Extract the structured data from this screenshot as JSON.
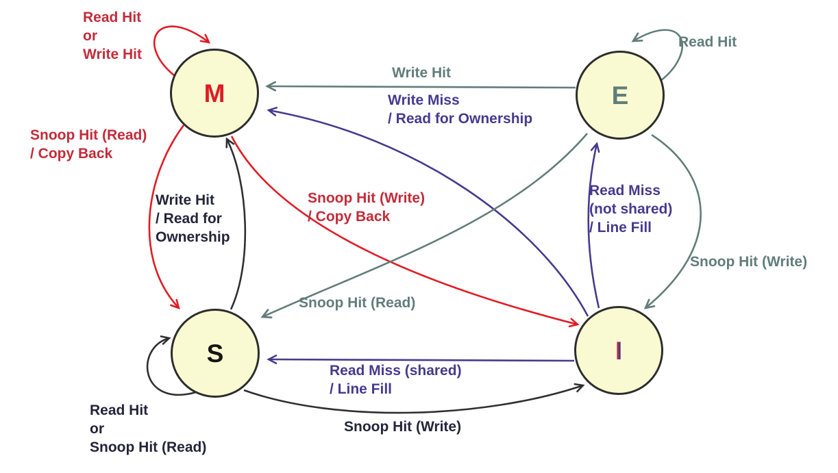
{
  "colors": {
    "red": "#e01b24",
    "red_text": "#c32b39",
    "gray": "#617d79",
    "purple": "#463a8d",
    "ink": "#2f2f2f",
    "ink_text": "#24243a",
    "node_fill": "#fafad2",
    "node_border": "#2d2d2d",
    "background": "#ffffff"
  },
  "diagram": {
    "type": "state-diagram",
    "states": [
      {
        "id": "M",
        "label": "M",
        "color": "red"
      },
      {
        "id": "E",
        "label": "E",
        "color": "gray"
      },
      {
        "id": "S",
        "label": "S",
        "color": "black"
      },
      {
        "id": "I",
        "label": "I",
        "color": "red-purple-split"
      }
    ],
    "transitions": [
      {
        "from": "M",
        "to": "M",
        "label": "Read Hit\nor\nWrite Hit",
        "color": "red"
      },
      {
        "from": "E",
        "to": "E",
        "label": "Read Hit",
        "color": "gray"
      },
      {
        "from": "S",
        "to": "S",
        "label": "Read Hit\nor\nSnoop Hit (Read)",
        "color": "black"
      },
      {
        "from": "E",
        "to": "M",
        "label": "Write Hit",
        "color": "gray"
      },
      {
        "from": "I",
        "to": "M",
        "label": "Write Miss\n/ Read for Ownership",
        "color": "purple"
      },
      {
        "from": "S",
        "to": "M",
        "label": "Write Hit\n/ Read for\nOwnership",
        "color": "black"
      },
      {
        "from": "M",
        "to": "S",
        "label": "Snoop Hit (Read)\n/ Copy Back",
        "color": "red"
      },
      {
        "from": "M",
        "to": "I",
        "label": "Snoop Hit (Write)\n/ Copy Back",
        "color": "red"
      },
      {
        "from": "E",
        "to": "S",
        "label": "Snoop Hit (Read)",
        "color": "gray"
      },
      {
        "from": "I",
        "to": "E",
        "label": "Read Miss\n(not shared)\n/ Line Fill",
        "color": "purple"
      },
      {
        "from": "E",
        "to": "I",
        "label": "Snoop Hit (Write)",
        "color": "gray"
      },
      {
        "from": "I",
        "to": "S",
        "label": "Read Miss (shared)\n/ Line Fill",
        "color": "purple"
      },
      {
        "from": "S",
        "to": "I",
        "label": "Snoop Hit (Write)",
        "color": "black"
      }
    ]
  }
}
